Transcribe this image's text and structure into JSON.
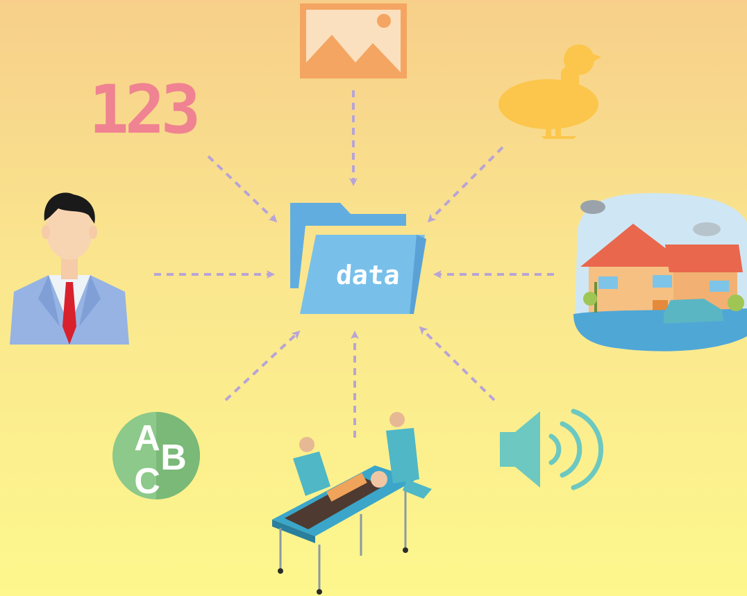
{
  "folder": {
    "label": "data",
    "icon": "folder-icon"
  },
  "sources": [
    {
      "name": "numbers",
      "text": "123"
    },
    {
      "name": "image",
      "icon": "image-icon"
    },
    {
      "name": "animal",
      "icon": "duck-icon"
    },
    {
      "name": "person",
      "icon": "businessman-icon"
    },
    {
      "name": "scene",
      "icon": "flooded-house-icon"
    },
    {
      "name": "text",
      "icon": "abc-letters-icon",
      "letters": [
        "A",
        "B",
        "C"
      ]
    },
    {
      "name": "event",
      "icon": "stretcher-patient-icon"
    },
    {
      "name": "audio",
      "icon": "speaker-sound-icon"
    }
  ],
  "colors": {
    "arrow": "#b7a4d6",
    "numbers": "#ef8391",
    "image": "#f4a561",
    "duck": "#fbc64b",
    "folder": "#78c0ea",
    "abc": "#8cc98a",
    "speaker": "#6cc8c0"
  }
}
